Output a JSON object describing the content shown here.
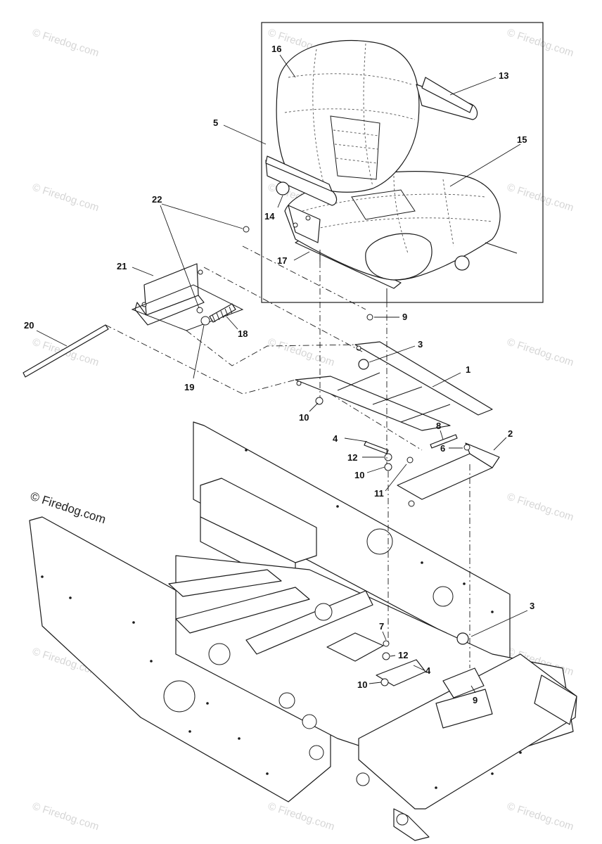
{
  "watermark": "© Firedog.com",
  "copyright": "© Firedog.com",
  "callouts": [
    "1",
    "2",
    "3",
    "3",
    "4",
    "4",
    "5",
    "6",
    "7",
    "8",
    "9",
    "9",
    "10",
    "10",
    "10",
    "11",
    "12",
    "12",
    "13",
    "14",
    "15",
    "16",
    "17",
    "18",
    "19",
    "20",
    "21",
    "22"
  ]
}
